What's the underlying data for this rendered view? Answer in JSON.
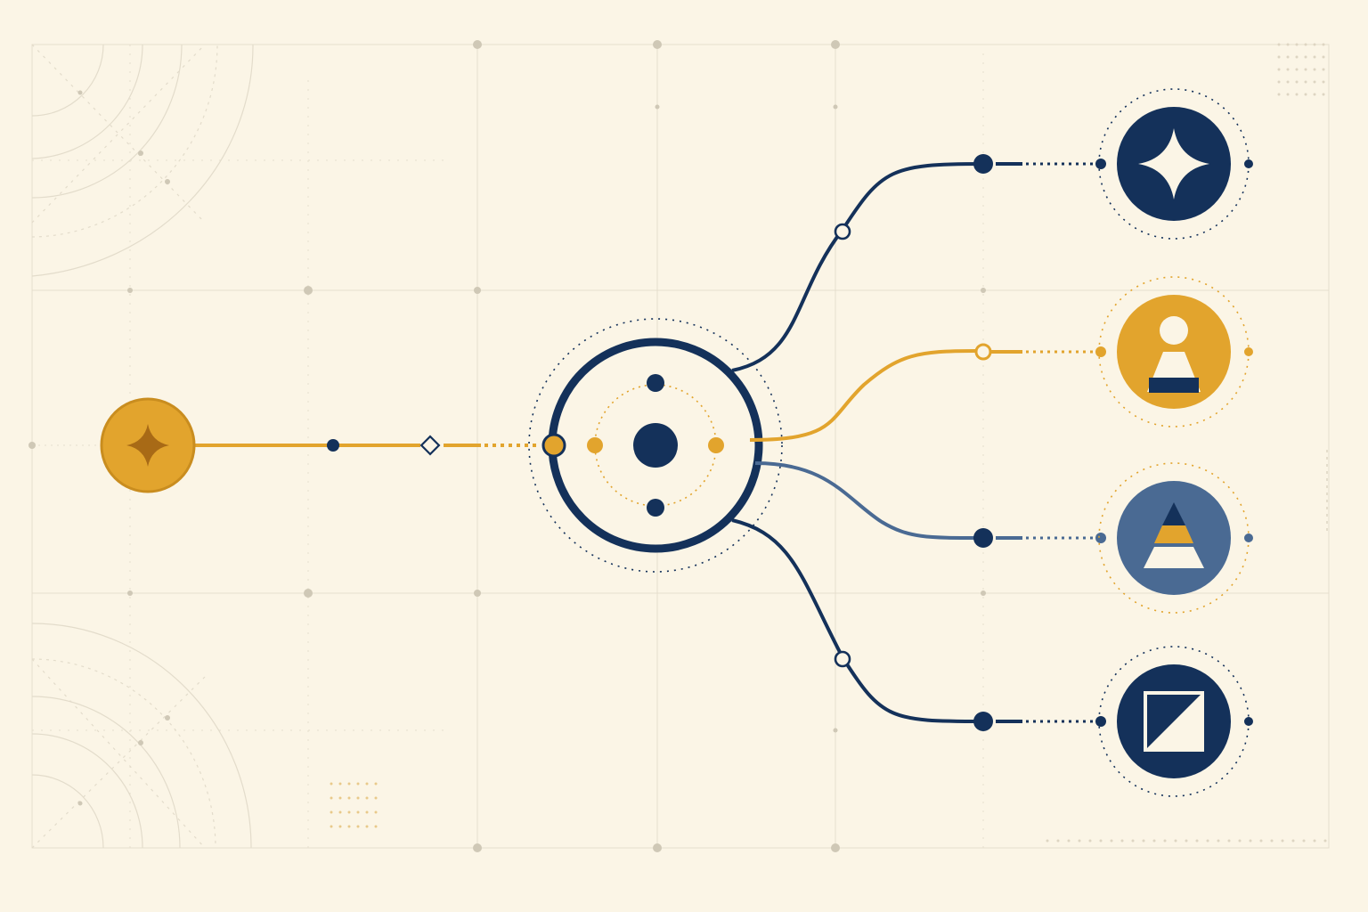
{
  "palette": {
    "background": "#fbf5e6",
    "navy": "#14315a",
    "gold": "#e2a42d",
    "slate": "#4a6a93",
    "gold_dark": "#a86a16",
    "grid": "#e6dfcd",
    "grid_dot": "#cfc8b6"
  },
  "diagram": {
    "source_node": {
      "icon": "four-point-star-icon",
      "color": "gold"
    },
    "hub": {
      "icon": "orbit-hub-icon",
      "color": "navy"
    },
    "branches": [
      {
        "id": "top",
        "icon": "four-point-star-icon",
        "line_color": "navy",
        "node_color": "navy",
        "waypoint": "hollow-circle"
      },
      {
        "id": "upper-middle",
        "icon": "user-icon",
        "line_color": "gold",
        "node_color": "gold",
        "waypoint": "hollow-circle"
      },
      {
        "id": "lower-middle",
        "icon": "layered-triangle-icon",
        "line_color": "slate",
        "node_color": "slate",
        "waypoint": "filled-dot"
      },
      {
        "id": "bottom",
        "icon": "diagonal-square-icon",
        "line_color": "navy",
        "node_color": "navy",
        "waypoint": "hollow-circle"
      }
    ]
  }
}
